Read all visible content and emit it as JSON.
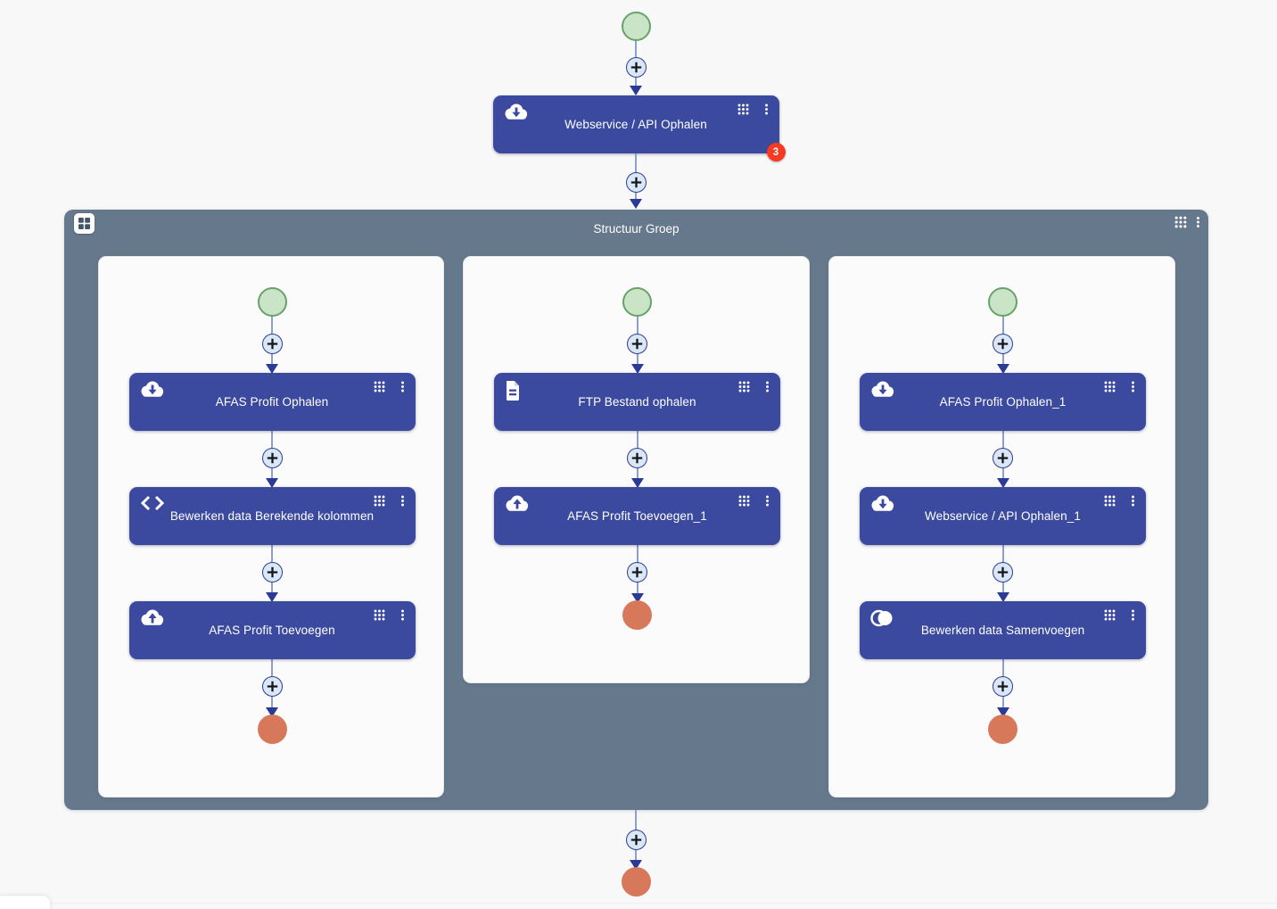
{
  "palette": {
    "node_blue": "#3b4a9e",
    "group_slate": "#66788c",
    "start_green_fill": "#c9e4c7",
    "start_green_border": "#67a369",
    "end_orange": "#d7785a",
    "connector": "#8fa0c8",
    "arrow_navy": "#2b3a96",
    "plus_fill": "#d9e7f7",
    "badge_red": "#f63b22"
  },
  "top_flow": {
    "node": {
      "title": "Webservice / API Ophalen",
      "icon": "cloud-download",
      "badge": "3"
    }
  },
  "group": {
    "title": "Structuur Groep",
    "lanes": [
      {
        "nodes": [
          {
            "title": "AFAS Profit Ophalen",
            "icon": "cloud-download"
          },
          {
            "title": "Bewerken data Berekende kolommen",
            "icon": "code"
          },
          {
            "title": "AFAS Profit Toevoegen",
            "icon": "cloud-upload"
          }
        ]
      },
      {
        "nodes": [
          {
            "title": "FTP Bestand ophalen",
            "icon": "file"
          },
          {
            "title": "AFAS Profit Toevoegen_1",
            "icon": "cloud-upload"
          }
        ]
      },
      {
        "nodes": [
          {
            "title": "AFAS Profit Ophalen_1",
            "icon": "cloud-download"
          },
          {
            "title": "Webservice / API Ophalen_1",
            "icon": "cloud-download"
          },
          {
            "title": "Bewerken data Samenvoegen",
            "icon": "merge"
          }
        ]
      }
    ]
  }
}
